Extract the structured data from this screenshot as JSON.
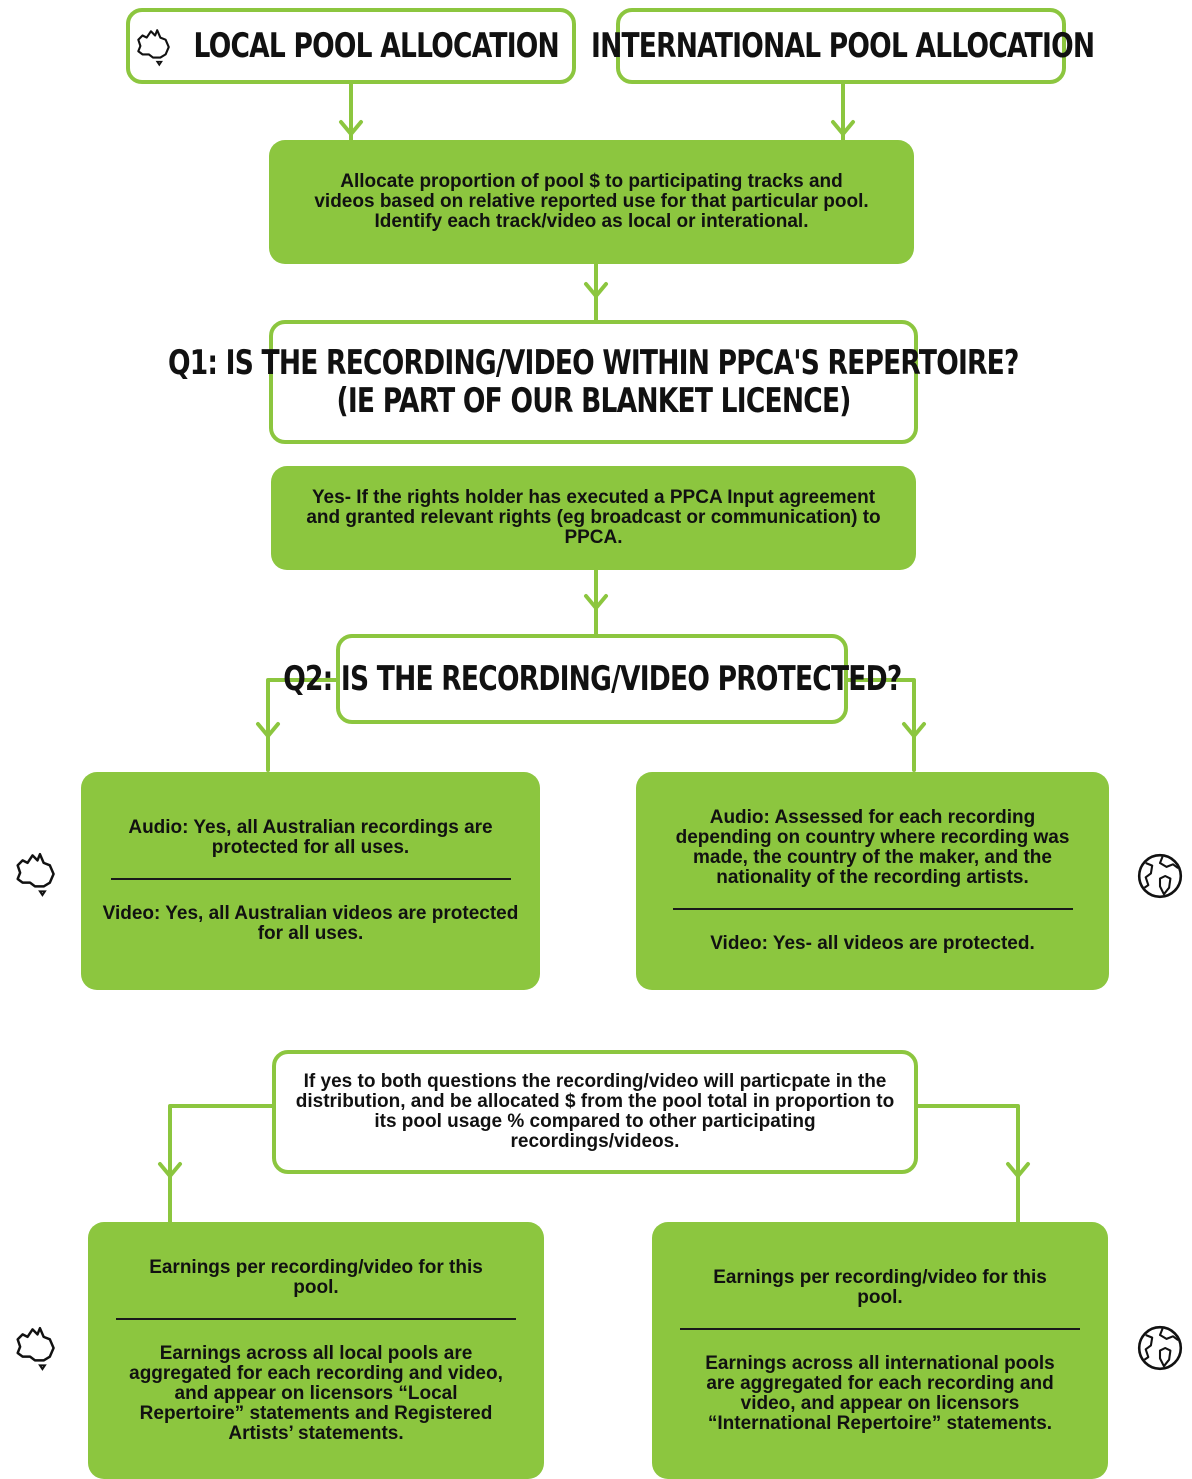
{
  "header": {
    "local_pool": "LOCAL POOL ALLOCATION",
    "international_pool": "INTERNATIONAL POOL ALLOCATION"
  },
  "allocate": {
    "text": "Allocate proportion of pool $ to participating tracks and videos based on relative reported use for that particular pool. Identify each track/video as local or interational."
  },
  "q1": {
    "line1": "Q1: IS THE RECORDING/VIDEO WITHIN PPCA'S REPERTOIRE?",
    "line2": "(IE PART OF OUR BLANKET LICENCE)"
  },
  "yes_box": {
    "text": "Yes- If the rights holder has executed a PPCA Input agreement and granted relevant rights (eg broadcast or communication) to PPCA."
  },
  "q2": {
    "text": "Q2: IS THE RECORDING/VIDEO PROTECTED?"
  },
  "local_protection": {
    "audio": "Audio: Yes, all Australian recordings are protected for all uses.",
    "video": "Video: Yes, all Australian videos are protected for all uses."
  },
  "international_protection": {
    "audio": "Audio: Assessed for each recording depending on country where recording was made, the country of the maker, and the nationality of the recording artists.",
    "video": "Video: Yes- all videos are protected."
  },
  "participate": {
    "text": "If yes to both questions the recording/video will particpate in the distribution, and be allocated $ from the pool total in proportion to its pool usage % compared to other participating recordings/videos."
  },
  "local_earnings": {
    "per_recording": "Earnings per recording/video for this pool.",
    "aggregate": "Earnings across all local pools are aggregated for each recording and video, and appear on licensors “Local Repertoire” statements and Registered Artists’ statements."
  },
  "international_earnings": {
    "per_recording": "Earnings per recording/video for this pool.",
    "aggregate": "Earnings across all international pools are aggregated for each recording and video, and appear on licensors “International Repertoire” statements."
  },
  "icons": {
    "local": "australia-icon",
    "international": "globe-icon"
  },
  "colors": {
    "accent_green": "#8cc63f",
    "text": "#111111"
  }
}
